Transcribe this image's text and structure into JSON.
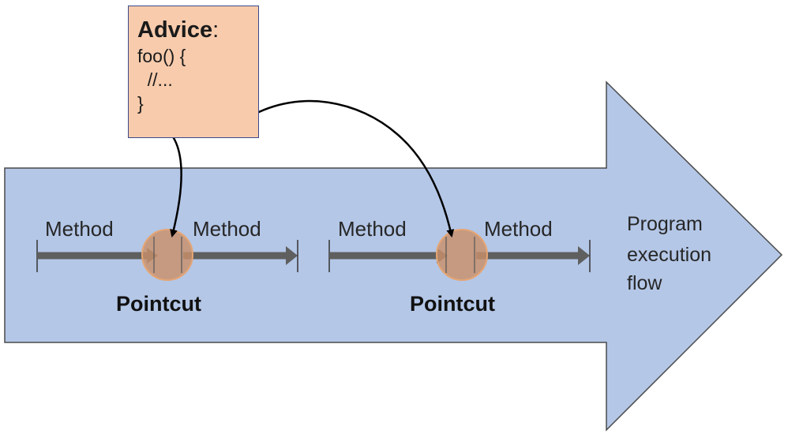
{
  "advice": {
    "title": "Advice",
    "title_suffix": ":",
    "code_lines": [
      "foo() {",
      "  //...",
      "}"
    ]
  },
  "flow_label_lines": [
    "Program",
    "execution",
    "flow"
  ],
  "segments": [
    {
      "left_method": "Method",
      "right_method": "Method",
      "pointcut": "Pointcut"
    },
    {
      "left_method": "Method",
      "right_method": "Method",
      "pointcut": "Pointcut"
    }
  ],
  "colors": {
    "flow_arrow_fill": "#b4c7e7",
    "flow_arrow_stroke": "#4a4a4a",
    "advice_fill": "#f7cbac",
    "advice_border": "#3b4a8c",
    "method_bar": "#5f5f5f",
    "pointcut_fill": "#c8906a",
    "pointcut_stroke": "#e5a574",
    "connector": "#000000"
  }
}
